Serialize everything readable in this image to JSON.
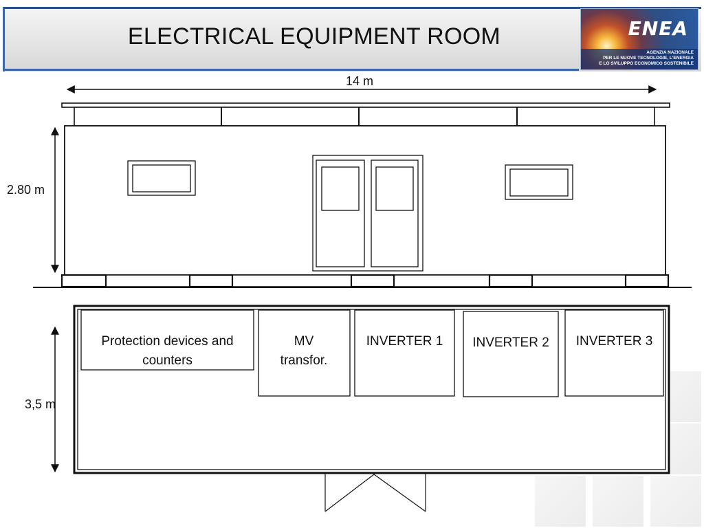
{
  "title": "ELECTRICAL EQUIPMENT ROOM",
  "logo": {
    "name": "ENEA",
    "line1": "AGENZIA NAZIONALE",
    "line2": "PER LE NUOVE TECNOLOGIE, L'ENERGIA",
    "line3": "E LO SVILUPPO ECONOMICO SOSTENIBILE"
  },
  "dimensions": {
    "length": "14  m",
    "height": "2.80 m",
    "width": "3,5 m"
  },
  "rooms": [
    {
      "label": "Protection devices and counters"
    },
    {
      "label": "MV transfor."
    },
    {
      "label": "INVERTER 1"
    },
    {
      "label": "INVERTER 2"
    },
    {
      "label": "INVERTER 3"
    }
  ],
  "colors": {
    "accent": "#3b66a8",
    "line": "#111111"
  }
}
